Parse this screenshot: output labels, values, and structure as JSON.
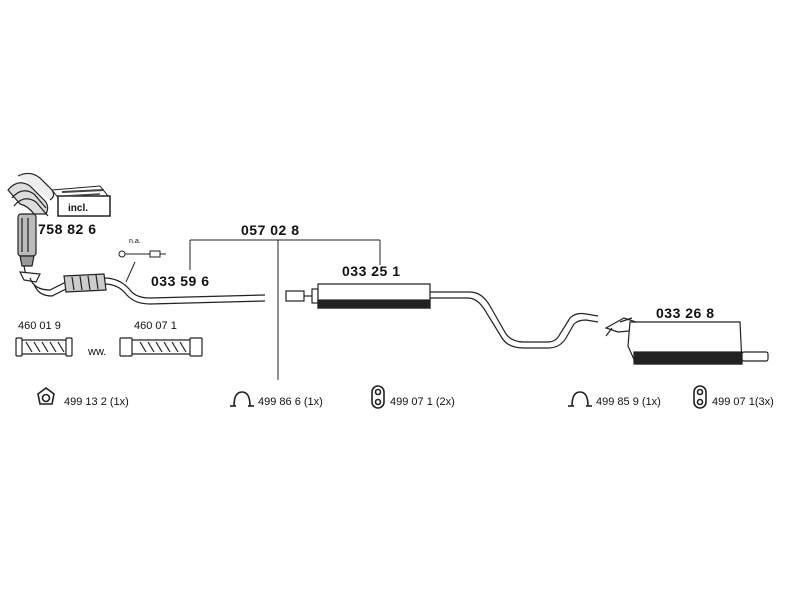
{
  "parts": {
    "manifold_catalyst": "758 82 6",
    "incl_label": "incl.",
    "sensor_note": "n.a.",
    "front_pipe": "033 59 6",
    "pipe_set": "057 02 8",
    "middle_silencer": "033 25 1",
    "rear_silencer": "033 26 8",
    "flex_pipe_1": "460 01 9",
    "flex_pipe_2": "460 07 1",
    "alternative": "ww."
  },
  "fittings": {
    "f1": "499 13 2  (1x)",
    "f2": "499 86 6 (1x)",
    "f3": "499 07 1 (2x)",
    "f4": "499 85 9 (1x)",
    "f5": "499 07 1(3x)"
  }
}
